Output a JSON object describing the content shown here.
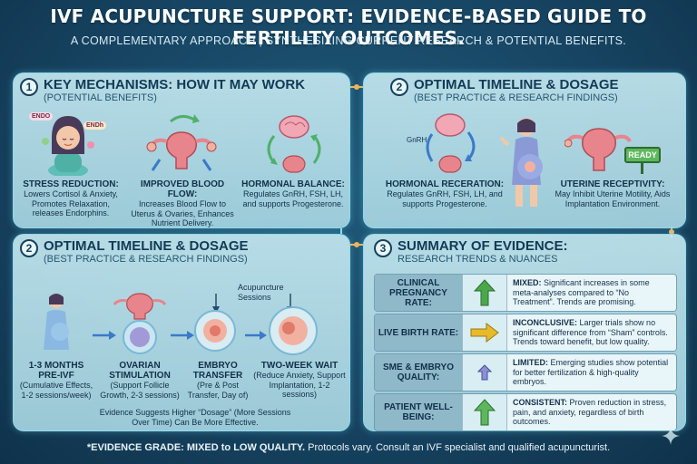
{
  "title": "IVF ACUPUNCTURE SUPPORT: EVIDENCE-BASED GUIDE TO FERTILITY OUTCOMES.",
  "subtitle": "A COMPLEMENTARY APPROACH | SYNTHESIZING CURRENT RESEARCH & POTENTIAL BENEFITS.",
  "section1": {
    "number": "1",
    "title": "KEY MECHANISMS: HOW IT MAY WORK",
    "subtitle": "(POTENTIAL BENEFITS)",
    "icon_labels": {
      "left": "ENDO",
      "right": "ENDh"
    },
    "items": [
      {
        "title": "STRESS REDUCTION:",
        "desc": "Lowers Cortisol & Anxiety, Promotes Relaxation, releases Endorphins."
      },
      {
        "title": "IMPROVED BLOOD FLOW:",
        "desc": "Increases Blood Flow to Uterus & Ovaries, Enhances Nutrient Delivery."
      },
      {
        "title": "HORMONAL BALANCE:",
        "desc": "Regulates GnRH, FSH, LH, and supports Progesterone."
      }
    ]
  },
  "section2top": {
    "number": "2",
    "title": "OPTIMAL TIMELINE & DOSAGE",
    "subtitle": "(BEST PRACTICE & RESEARCH FINDINGS)",
    "gnrh_label": "GnRH",
    "ready_label": "READY",
    "items": [
      {
        "title": "HORMONAL RECERATION:",
        "desc": "Regulates GnRH, FSH, LH, and supports Progesterone."
      },
      {
        "title": "UTERINE RECEPTIVITY:",
        "desc": "May Inhibit Uterine Motility, Aids Implantation Environment."
      }
    ]
  },
  "section2": {
    "number": "2",
    "title": "OPTIMAL TIMELINE & DOSAGE",
    "subtitle": "(BEST PRACTICE & RESEARCH FINDINGS)",
    "callout": "Acupuncture Sessions",
    "steps": [
      {
        "title": "1-3 MONTHS PRE-IVF",
        "desc": "(Cumulative Effects, 1-2 sessions/week)"
      },
      {
        "title": "OVARIAN STIMULATION",
        "desc": "(Support Follicle Growth, 2-3 sessions)"
      },
      {
        "title": "EMBRYO TRANSFER",
        "desc": "(Pre & Post Transfer, Day of)"
      },
      {
        "title": "TWO-WEEK WAIT",
        "desc": "(Reduce Anxiety, Support Implantation, 1-2 sessions)"
      }
    ],
    "note": "Evidence Suggests Higher “Dosage” (More Sessions Over Time) Can Be More Effective."
  },
  "section3": {
    "number": "3",
    "title": "SUMMARY OF EVIDENCE:",
    "subtitle": "RESEARCH TRENDS & NUANCES",
    "rows": [
      {
        "label": "CLINICAL PREGNANCY RATE:",
        "arrow": "up-arrow",
        "color": "#4aa84a",
        "grade": "MIXED:",
        "text": "Significant increases in some meta-analyses compared to “No Treatment”. Trends are promising."
      },
      {
        "label": "LIVE BIRTH RATE:",
        "arrow": "right-arrow",
        "color": "#e8b92a",
        "grade": "INCONCLUSIVE:",
        "text": "Larger trials show no significant difference from “Sham” controls. Trends toward benefit, but low quality."
      },
      {
        "label": "SME & EMBRYO QUALITY:",
        "arrow": "small-up-arrow",
        "color": "#8a8fd6",
        "grade": "LIMITED:",
        "text": "Emerging studies show potential for better fertilization & high-quality embryos."
      },
      {
        "label": "PATIENT WELL-BEING:",
        "arrow": "up-arrow",
        "color": "#5cb85c",
        "grade": "CONSISTENT:",
        "text": "Proven reduction in stress, pain, and anxiety, regardless of birth outcomes."
      }
    ]
  },
  "footer": {
    "bold": "*EVIDENCE GRADE: MIXED to LOW QUALITY.",
    "rest": " Protocols vary. Consult an IVF specialist and qualified acupuncturist."
  }
}
